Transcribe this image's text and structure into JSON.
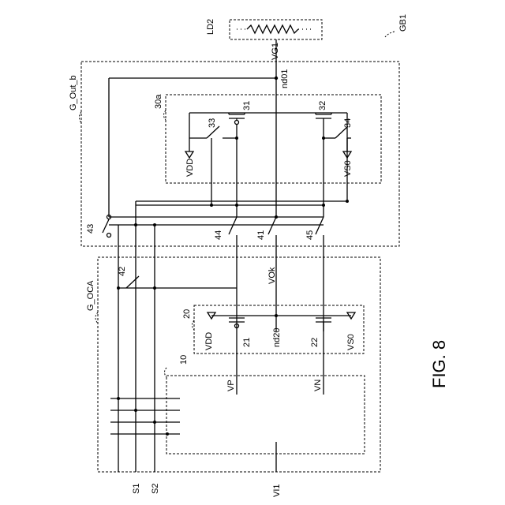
{
  "figure": {
    "title": "FIG. 8",
    "reference": "GB1"
  },
  "load": {
    "label": "LD2",
    "voltage_label": "VG1",
    "node_label": "nd01"
  },
  "blocks": {
    "output_block": "G_Out_b",
    "switch_block": "30a",
    "oca_block": "G_OCA",
    "driver_block": "20",
    "source_block": "10"
  },
  "transistors": {
    "t31": "31",
    "t32": "32",
    "t21": "21",
    "t22": "22"
  },
  "switches": {
    "s33": "33",
    "s34": "34",
    "s41": "41",
    "s42": "42",
    "s43": "43",
    "s44": "44",
    "s45": "45"
  },
  "supplies": {
    "vdd_top": "VDD",
    "vs0_top": "VS0",
    "vdd_bottom": "VDD",
    "vs0_bottom": "VS0"
  },
  "nodes": {
    "nd20": "nd20",
    "vok": "VOk",
    "vp": "VP",
    "vn": "VN"
  },
  "inputs": {
    "s1": "S1",
    "s2": "S2",
    "vi1": "VI1"
  }
}
